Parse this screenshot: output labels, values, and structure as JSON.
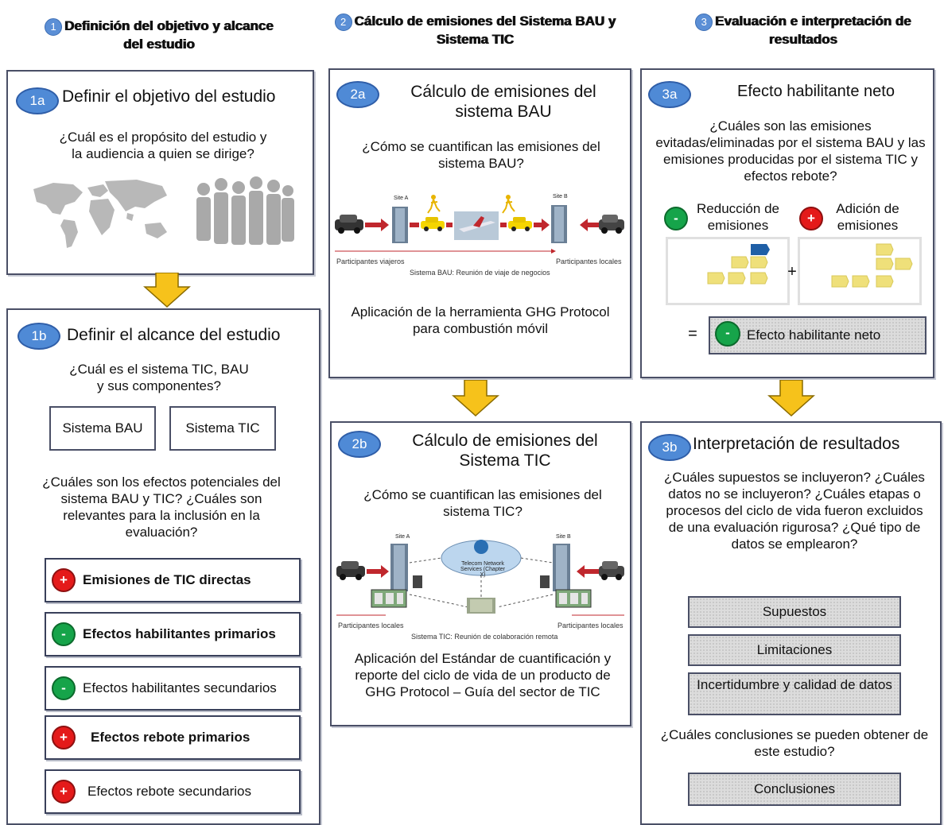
{
  "headers": [
    {
      "num": "1",
      "text": "Definición del objetivo y alcance del estudio"
    },
    {
      "num": "2",
      "text": "Cálculo de emisiones del Sistema BAU y Sistema TIC"
    },
    {
      "num": "3",
      "text": "Evaluación e interpretación de resultados"
    }
  ],
  "panel_1a": {
    "tag": "1a",
    "title": "Definir el objetivo del estudio",
    "question": "¿Cuál es el propósito del estudio y la audiencia a quien se dirige?"
  },
  "panel_1b": {
    "tag": "1b",
    "title": "Definir el alcance del estudio",
    "question1": "¿Cuál es el sistema TIC, BAU y sus componentes?",
    "bau_label": "Sistema BAU",
    "tic_label": "Sistema TIC",
    "question2": "¿Cuáles son los efectos potenciales del sistema BAU y TIC? ¿Cuáles son relevantes para la inclusión en la evaluación?",
    "effects": [
      {
        "sign": "+",
        "color": "red",
        "label": "Emisiones de TIC directas",
        "bold": true
      },
      {
        "sign": "-",
        "color": "green",
        "label": "Efectos habilitantes primarios",
        "bold": true
      },
      {
        "sign": "-",
        "color": "green",
        "label": "Efectos habilitantes secundarios",
        "bold": false
      },
      {
        "sign": "+",
        "color": "red",
        "label": "Efectos rebote primarios",
        "bold": true
      },
      {
        "sign": "+",
        "color": "red",
        "label": "Efectos rebote secundarios",
        "bold": false
      }
    ]
  },
  "panel_2a": {
    "tag": "2a",
    "title": "Cálculo de emisiones del sistema BAU",
    "question": "¿Cómo se cuantifican las emisiones del sistema BAU?",
    "site_a": "Site A",
    "site_b": "Site B",
    "left_caption": "Participantes viajeros",
    "right_caption": "Participantes locales",
    "bottom_caption": "Sistema BAU: Reunión de viaje de negocios",
    "application": "Aplicación de la herramienta GHG Protocol para combustión móvil"
  },
  "panel_2b": {
    "tag": "2b",
    "title": "Cálculo de emisiones del Sistema TIC",
    "question": "¿Cómo se cuantifican las emisiones del sistema TIC?",
    "site_a": "Site A",
    "site_b": "Site B",
    "cloud_label": "Telecom Network Services (Chapter X)",
    "left_caption": "Participantes locales",
    "right_caption": "Participantes locales",
    "bottom_caption": "Sistema TIC: Reunión de colaboración remota",
    "application": "Aplicación del Estándar de cuantificación y reporte del ciclo de vida de un producto de GHG Protocol – Guía del sector de TIC"
  },
  "panel_3a": {
    "tag": "3a",
    "title": "Efecto habilitante neto",
    "question": "¿Cuáles son las emisiones evitadas/eliminadas por el sistema BAU y las emisiones producidas por el sistema TIC y efectos rebote?",
    "reduction": "Reducción de emisiones",
    "addition": "Adición de emisiones",
    "plus_sign": "+",
    "minus_sign": "-",
    "equals": "=",
    "net": "Efecto habilitante neto"
  },
  "panel_3b": {
    "tag": "3b",
    "title": "Interpretación de resultados",
    "questions": "¿Cuáles supuestos se incluyeron? ¿Cuáles datos no se incluyeron? ¿Cuáles etapas o procesos del ciclo de vida fueron excluidos de una evaluación rigurosa? ¿Qué tipo de datos se emplearon?",
    "buttons": [
      "Supuestos",
      "Limitaciones",
      "Incertidumbre y calidad de datos"
    ],
    "conclusion_question": "¿Cuáles conclusiones se pueden obtener de este estudio?",
    "conclusion_button": "Conclusiones"
  },
  "colors": {
    "arrow": "#f6c21b",
    "tag": "#4f8ad6",
    "red": "#e41a1a",
    "green": "#16a44a",
    "block": "#efe07a"
  }
}
